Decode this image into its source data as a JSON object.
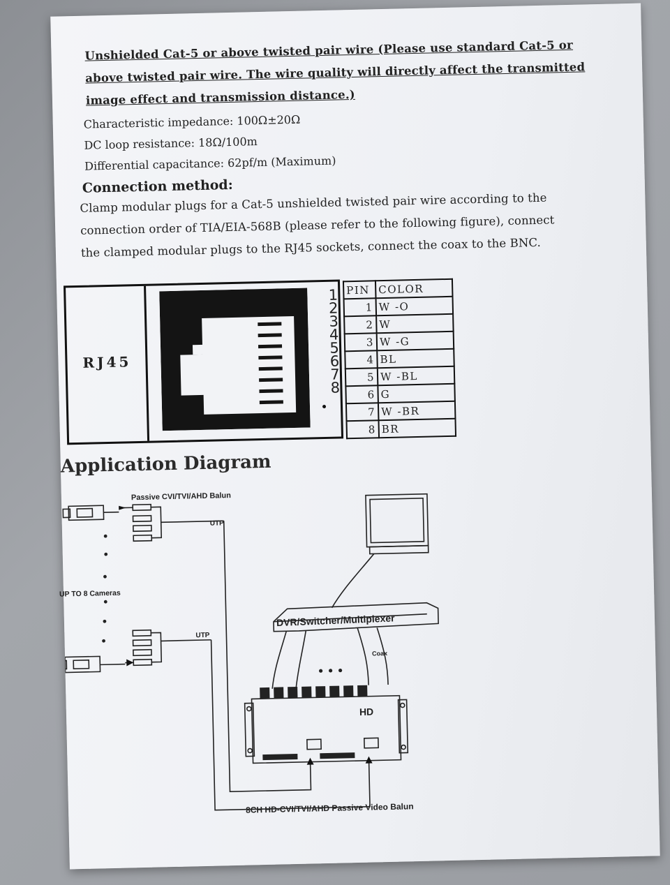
{
  "intro": {
    "line1": "Unshielded Cat-5 or above twisted pair wire (Please use standard Cat-5 or",
    "line2": "above twisted pair wire. The wire quality will directly affect the transmitted",
    "line3": "image effect and transmission distance.)"
  },
  "specs": [
    "Characteristic impedance: 100Ω±20Ω",
    "DC loop resistance: 18Ω/100m",
    "Differential capacitance: 62pf/m (Maximum)"
  ],
  "connection": {
    "heading": "Connection method:",
    "lines": [
      "Clamp modular plugs for a Cat-5 unshielded twisted pair wire according to the",
      "connection order of TIA/EIA-568B (please refer to the following figure), connect",
      "the clamped modular plugs to the RJ45 sockets,  connect the coax to the BNC."
    ]
  },
  "rj45": {
    "label": "RJ45",
    "pin_digits": "12345678",
    "table_header": {
      "pin": "PIN",
      "color": "COLOR"
    },
    "rows": [
      {
        "pin": "1",
        "color": "W -O"
      },
      {
        "pin": "2",
        "color": "W"
      },
      {
        "pin": "3",
        "color": "W -G"
      },
      {
        "pin": "4",
        "color": "BL"
      },
      {
        "pin": "5",
        "color": "W -BL"
      },
      {
        "pin": "6",
        "color": "G"
      },
      {
        "pin": "7",
        "color": "W -BR"
      },
      {
        "pin": "8",
        "color": "BR"
      }
    ]
  },
  "application": {
    "title": "Application Diagram",
    "balun_label": "Passive CVI/TVI/AHD Balun",
    "utp_top": "UTP",
    "utp_bottom": "UTP",
    "cameras_label": "UP TO 8 Cameras",
    "dvr_label": "DVR/Switcher/Multiplexer",
    "coax_label": "Coax",
    "hd_label": "HD",
    "device_label": "8CH HD-CVI/TVI/AHD Passive Video Balun"
  }
}
